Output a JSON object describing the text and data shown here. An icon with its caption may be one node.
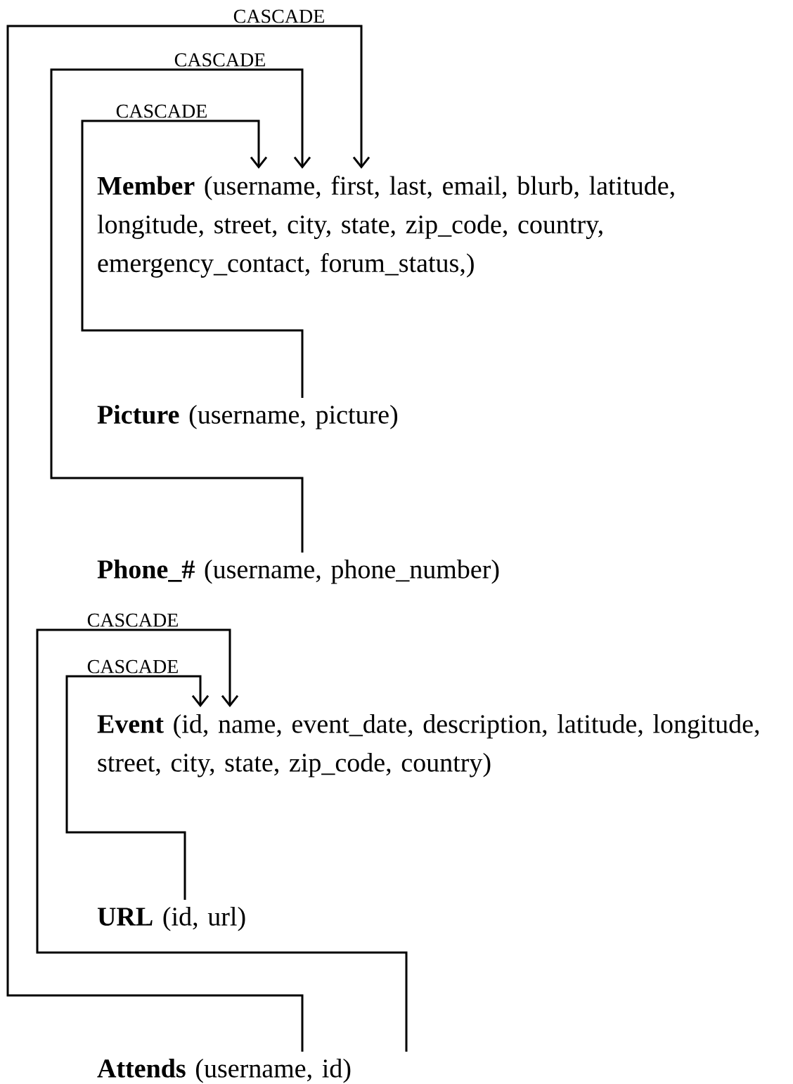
{
  "diagram": {
    "nodes": [
      {
        "text": [
          "Member",
          "(username, first, last, email, blurb, latitude, longitude, street, city, state, zip_code, country, emergency_contact, forum_status,)"
        ]
      },
      {
        "text": [
          "Picture",
          "(username, picture)"
        ]
      },
      {
        "text": [
          "Phone_#",
          "(username, phone_number)"
        ]
      },
      {
        "text": [
          "Event",
          "(id, name, event_date, description, latitude, longitude, street, city, state, zip_code, country)"
        ]
      },
      {
        "text": [
          "URL",
          "(id, url)"
        ]
      },
      {
        "text": [
          "Attends",
          "(username, id)"
        ]
      }
    ],
    "edges": [
      {
        "from": 1,
        "to": 0,
        "arrow": "to",
        "label": "CASCADE"
      },
      {
        "from": 2,
        "to": 0,
        "arrow": "to",
        "label": "CASCADE"
      },
      {
        "from": 5,
        "to": 0,
        "arrow": "to",
        "label": "CASCADE"
      },
      {
        "from": 4,
        "to": 3,
        "arrow": "to",
        "label": "CASCADE"
      },
      {
        "from": 5,
        "to": 3,
        "arrow": "to",
        "label": "CASCADE"
      }
    ]
  }
}
